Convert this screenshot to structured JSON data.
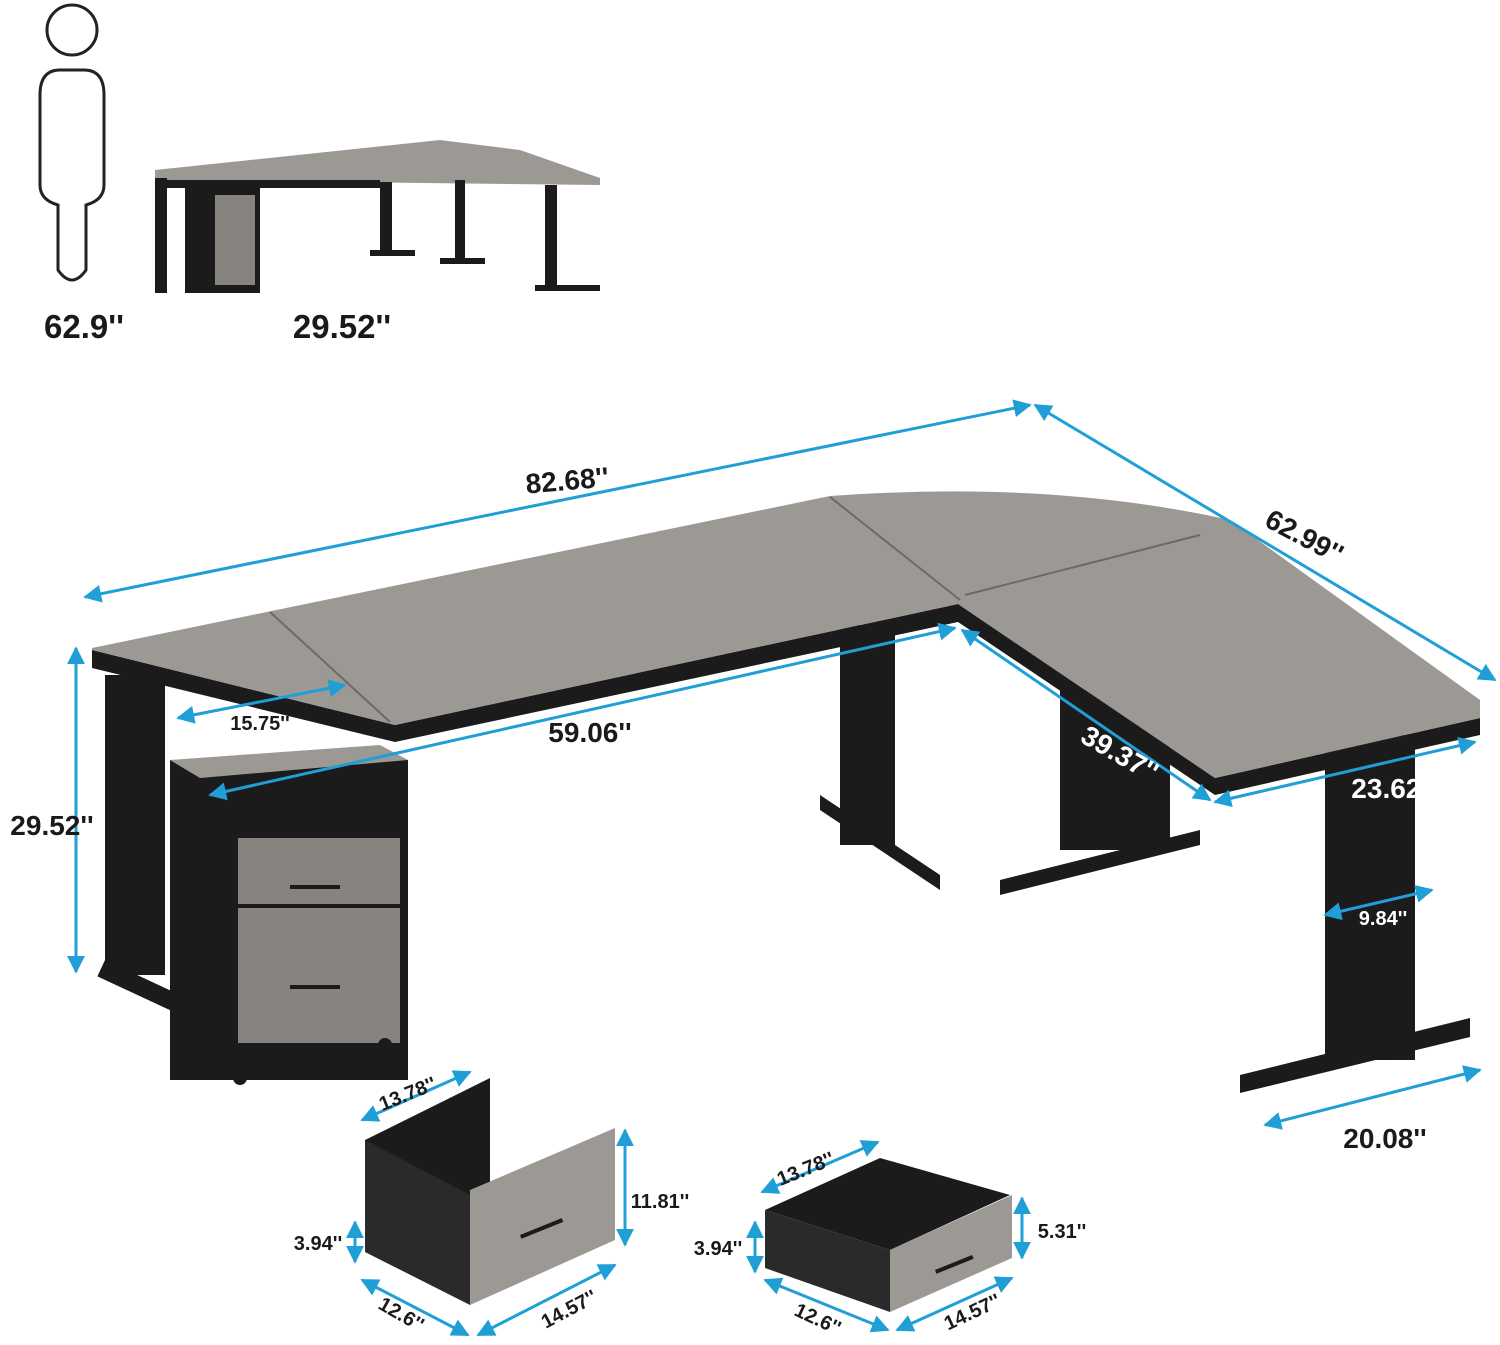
{
  "colors": {
    "dimension_line": "#1f9fd6",
    "wood": "#9c9995",
    "metal": "#1b1b1b"
  },
  "overview": {
    "person_height": "62.9''",
    "desk_height": "29.52''"
  },
  "desk": {
    "total_length": "82.68''",
    "return_length": "62.99''",
    "extension_depth": "15.75''",
    "main_inner_length": "59.06''",
    "return_inner_length": "39.37''",
    "desk_depth": "23.62''",
    "height": "29.52''",
    "leg_width": "9.84''",
    "foot_length": "20.08''"
  },
  "file_drawer": {
    "depth": "13.78''",
    "height": "11.81''",
    "inner_height": "3.94''",
    "width": "12.6''",
    "front_width": "14.57''"
  },
  "small_drawer": {
    "depth": "13.78''",
    "height": "5.31''",
    "inner_height": "3.94''",
    "width": "12.6''",
    "front_width": "14.57''"
  }
}
